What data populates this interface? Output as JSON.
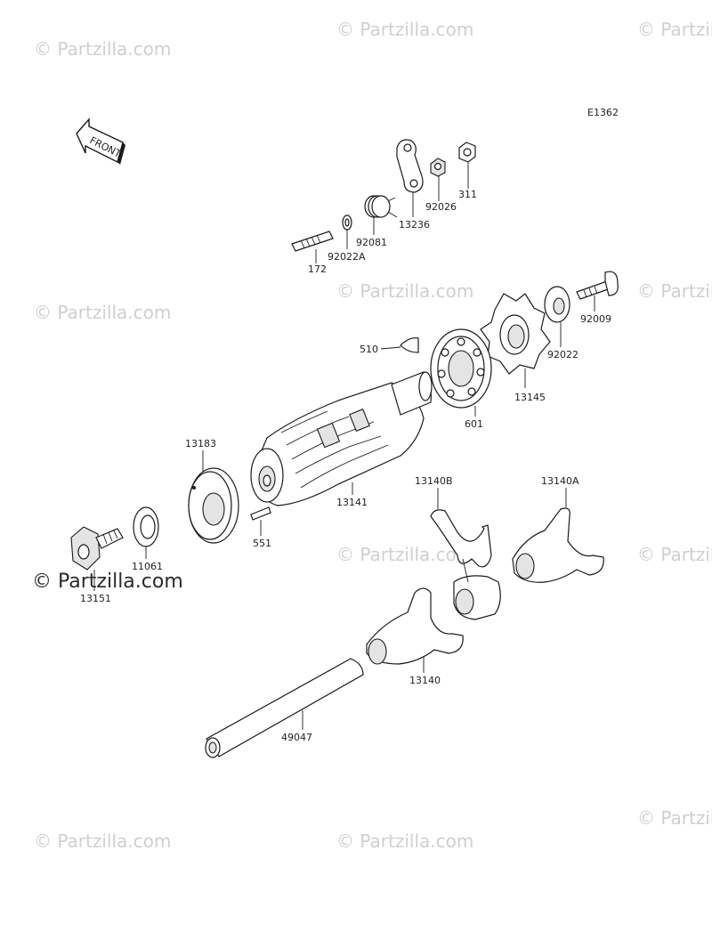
{
  "diagram": {
    "code": "E1362",
    "front_label": "FRONT",
    "watermark": "© Partzilla.com",
    "parts": [
      {
        "id": "p311",
        "label": "311"
      },
      {
        "id": "p92026",
        "label": "92026"
      },
      {
        "id": "p13236",
        "label": "13236"
      },
      {
        "id": "p92081",
        "label": "92081"
      },
      {
        "id": "p92022A",
        "label": "92022A"
      },
      {
        "id": "p172",
        "label": "172"
      },
      {
        "id": "p92009",
        "label": "92009"
      },
      {
        "id": "p92022",
        "label": "92022"
      },
      {
        "id": "p13145",
        "label": "13145"
      },
      {
        "id": "p510",
        "label": "510"
      },
      {
        "id": "p601",
        "label": "601"
      },
      {
        "id": "p13141",
        "label": "13141"
      },
      {
        "id": "p13183",
        "label": "13183"
      },
      {
        "id": "p551",
        "label": "551"
      },
      {
        "id": "p13140B",
        "label": "13140B"
      },
      {
        "id": "p13140A",
        "label": "13140A"
      },
      {
        "id": "p11061",
        "label": "11061"
      },
      {
        "id": "p13151",
        "label": "13151"
      },
      {
        "id": "p13140",
        "label": "13140"
      },
      {
        "id": "p49047",
        "label": "49047"
      }
    ]
  }
}
